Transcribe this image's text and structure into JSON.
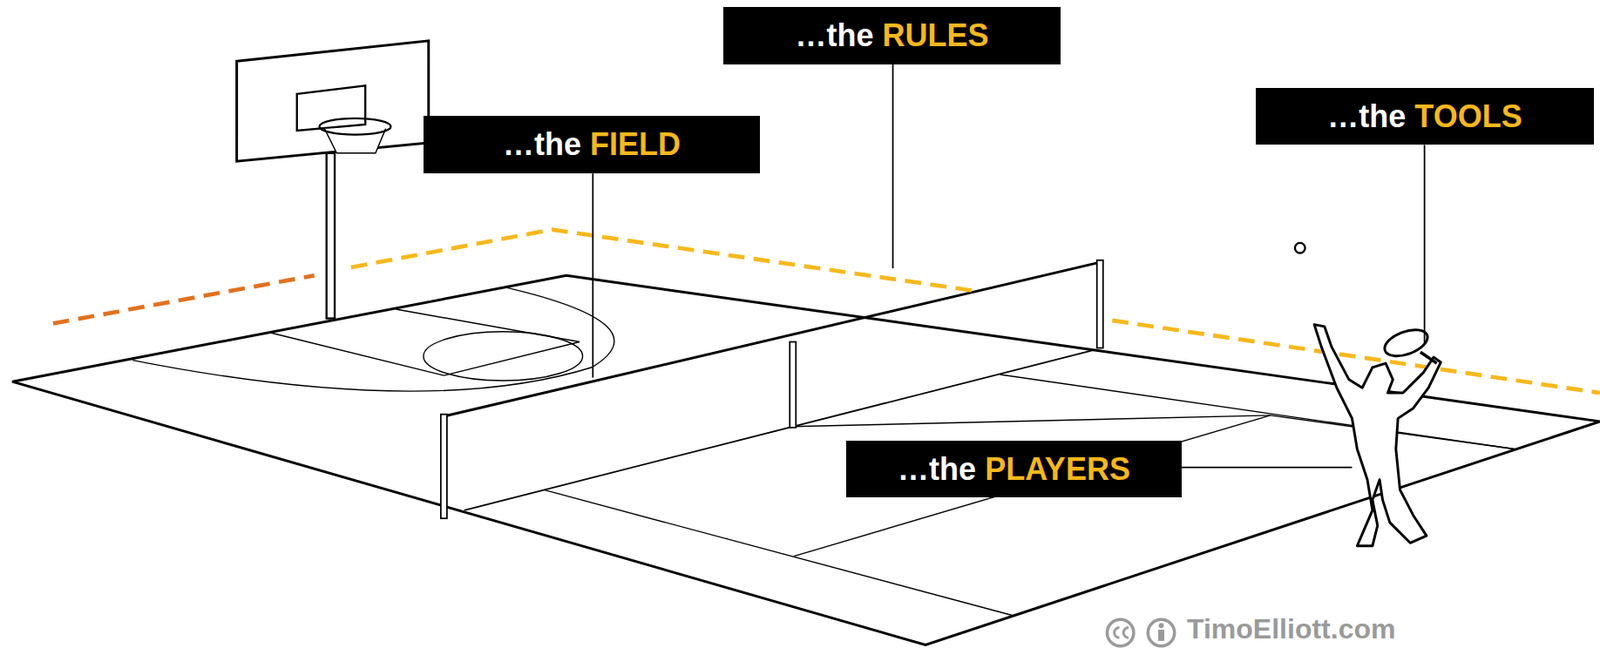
{
  "diagram": {
    "nodes": [
      {
        "text": [
          "…the",
          "RULES"
        ]
      },
      {
        "text": [
          "…the",
          "TOOLS"
        ]
      },
      {
        "text": [
          "…the",
          "FIELD"
        ]
      },
      {
        "text": [
          "…the",
          "PLAYERS"
        ]
      }
    ],
    "labels": [
      "TimoElliott.com"
    ]
  }
}
